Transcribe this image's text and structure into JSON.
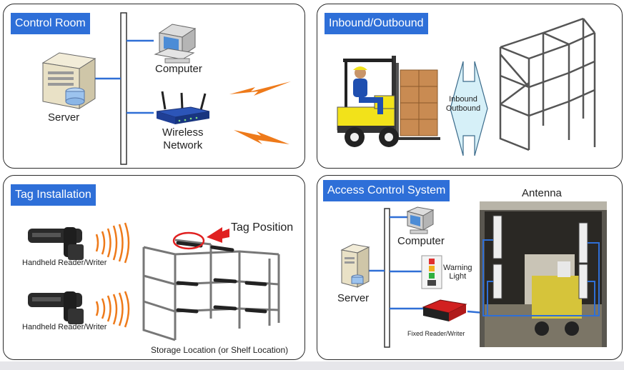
{
  "panels": {
    "control_room": {
      "title": "Control Room",
      "server": "Server",
      "computer": "Computer",
      "wireless": "Wireless\nNetwork"
    },
    "inbound": {
      "title": "Inbound/Outbound",
      "arrow_text": "Inbound\nOutbound"
    },
    "tag": {
      "title": "Tag Installation",
      "reader1": "Handheld Reader/Writer",
      "reader2": "Handheld Reader/Writer",
      "tag_position": "Tag Position",
      "storage": "Storage Location (or Shelf Location)"
    },
    "access": {
      "title": "Access Control System",
      "antenna": "Antenna",
      "computer": "Computer",
      "warning": "Warning\nLight",
      "server": "Server",
      "fixed_reader": "Fixed Reader/Writer"
    }
  },
  "colors": {
    "title_bg": "#2e6fd8",
    "connector": "#2f6fd6",
    "signal": "#ee7a1a",
    "tag_arrow": "#e02020"
  }
}
